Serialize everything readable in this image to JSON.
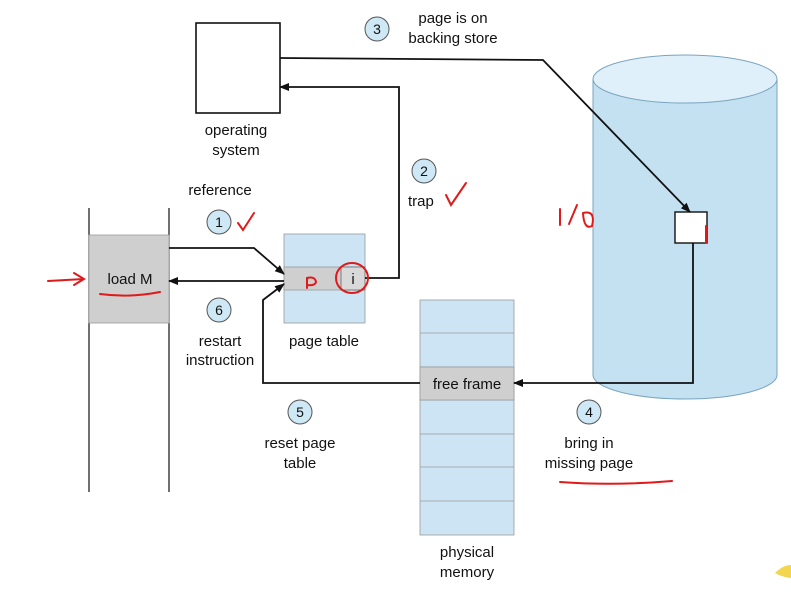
{
  "colors": {
    "step_circle_fill": "#cfe8f6",
    "table_fill": "#cde4f4",
    "disk_fill": "#c3e1f1",
    "gray_fill": "#cfcfcf",
    "annotation_red": "#e01a1a"
  },
  "steps": [
    {
      "number": "1",
      "label": "reference"
    },
    {
      "number": "2",
      "label": "trap"
    },
    {
      "number": "3",
      "label_line1": "page is on",
      "label_line2": "backing store"
    },
    {
      "number": "4",
      "label_line1": "bring in",
      "label_line2": "missing page"
    },
    {
      "number": "5",
      "label_line1": "reset page",
      "label_line2": "table"
    },
    {
      "number": "6",
      "label_line1": "restart",
      "label_line2": "instruction"
    }
  ],
  "os_box": {
    "label_line1": "operating",
    "label_line2": "system"
  },
  "program": {
    "instruction": "load M"
  },
  "page_table": {
    "label": "page table",
    "valid_bit": "i"
  },
  "physical_memory": {
    "label_line1": "physical",
    "label_line2": "memory",
    "free_frame": "free frame"
  },
  "handwriting": {
    "io": "I/O",
    "page_p": "P",
    "check": "✓"
  }
}
